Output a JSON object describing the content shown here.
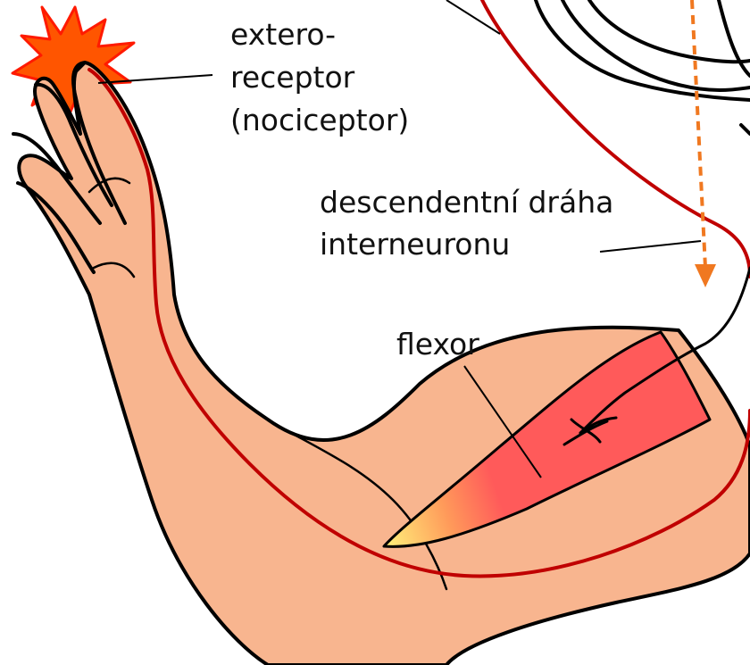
{
  "labels": {
    "receptor_line1": "extero-",
    "receptor_line2": "receptor",
    "receptor_line3": "(nociceptor)",
    "pathway_line1": "descendentní dráha",
    "pathway_line2": "interneuronu",
    "muscle": "flexor"
  },
  "colors": {
    "skin": "#f8b58f",
    "muscle": "#ff5a5a",
    "tendon": "#fff07a",
    "afferent_nerve": "#c00000",
    "descending_pathway": "#f07820",
    "stimulus_flash": "#ff5500",
    "outline": "#000000"
  },
  "icons": {
    "stimulus": "pain-flash-icon",
    "pathway_arrow": "arrow-down-icon"
  }
}
